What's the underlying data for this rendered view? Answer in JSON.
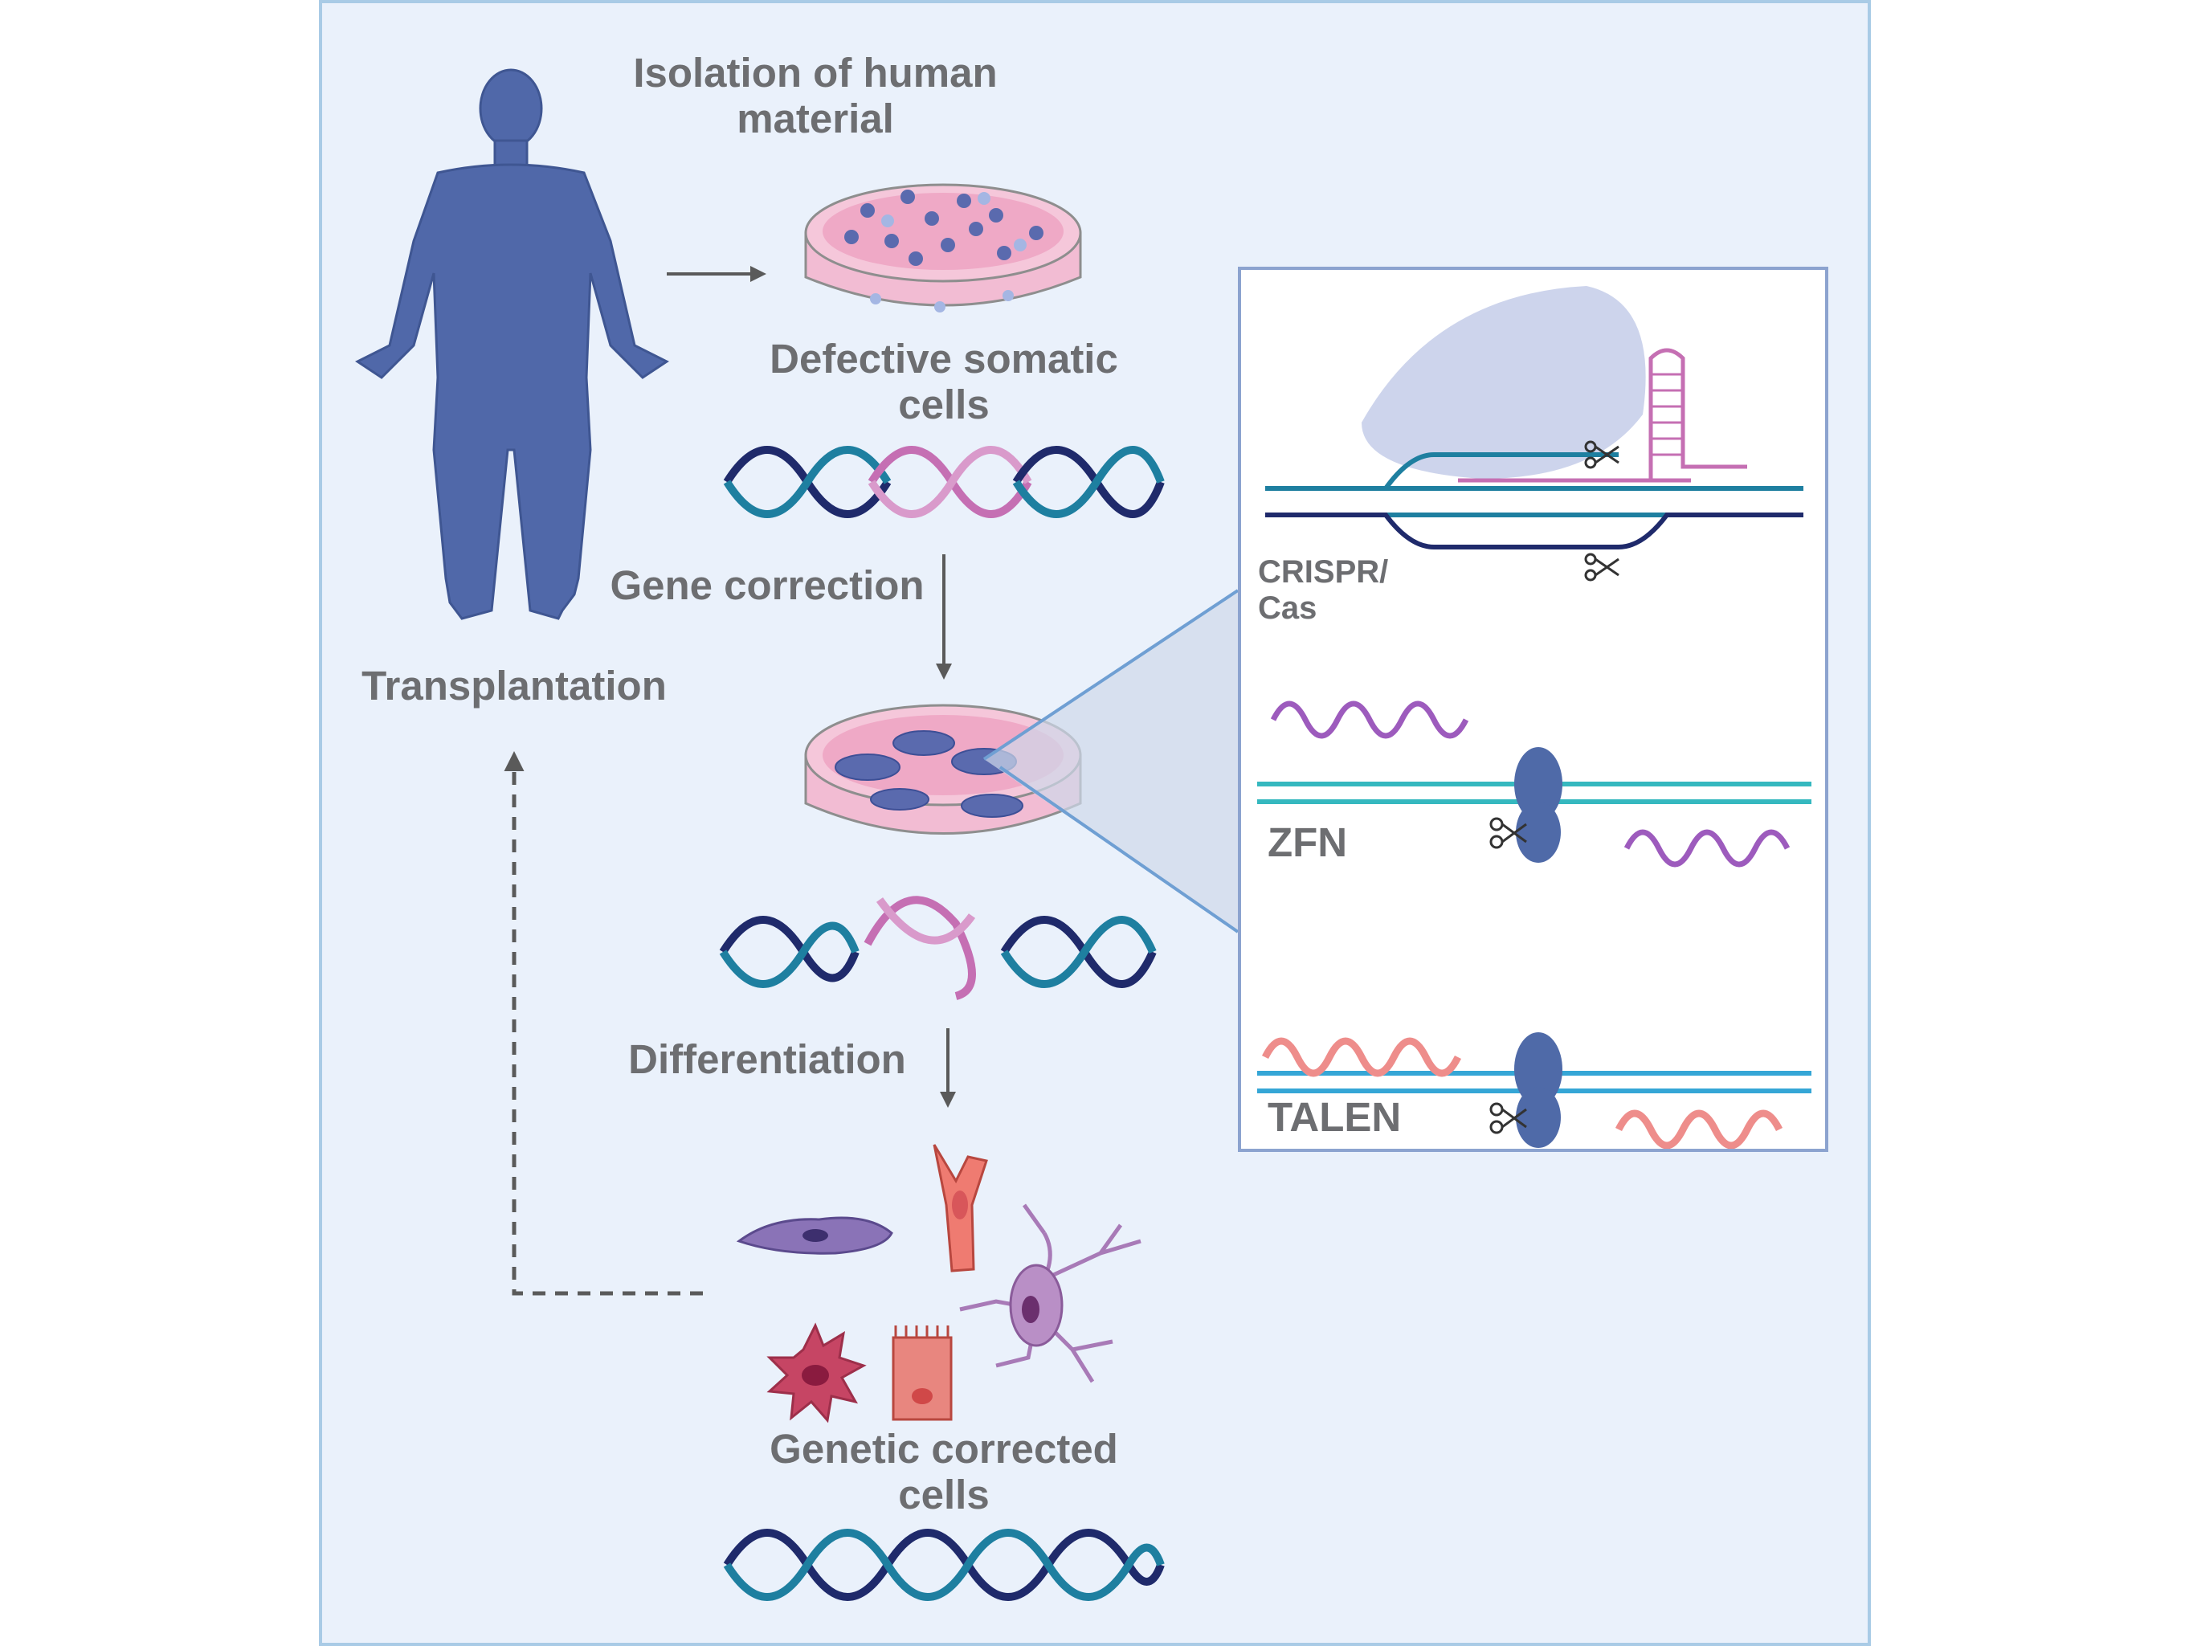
{
  "labels": {
    "isolation": "Isolation of human material",
    "defective": "Defective somatic cells",
    "gene_correction": "Gene correction",
    "transplantation": "Transplantation",
    "differentiation": "Differentiation",
    "genetic_corrected": "Genetic corrected cells"
  },
  "inset": {
    "crispr": "CRISPR/ Cas",
    "zfn": "ZFN",
    "talen": "TALEN"
  },
  "colors": {
    "background": "#eaf1fb",
    "border": "#a9cbe6",
    "body": "#5068a9",
    "dna_dark": "#1f2a6b",
    "dna_teal": "#1e7fa0",
    "dna_defect": "#c56fb3",
    "dish_pink": "#f2bcd3",
    "text": "#6d6e71"
  }
}
